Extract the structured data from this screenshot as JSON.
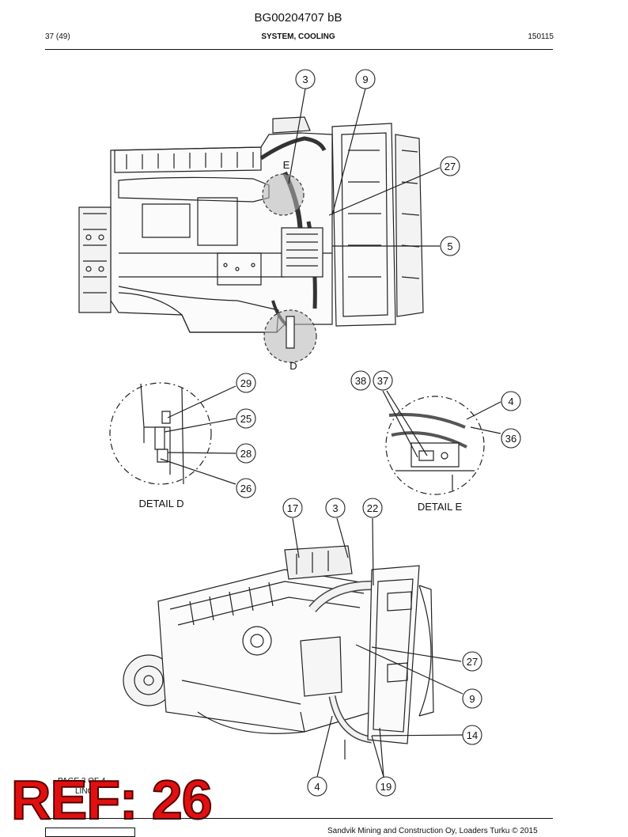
{
  "header": {
    "doc_id": "BG00204707 bB",
    "page_count": "37 (49)",
    "section": "SYSTEM, COOLING",
    "date": "150115"
  },
  "callouts": {
    "top": [
      "3",
      "9",
      "27",
      "5"
    ],
    "detail_d": [
      "29",
      "25",
      "28",
      "26"
    ],
    "detail_e": [
      "38",
      "37",
      "4",
      "36"
    ],
    "bottom": [
      "17",
      "3",
      "22",
      "27",
      "9",
      "14",
      "4",
      "19"
    ]
  },
  "labels": {
    "detail_e_marker": "E",
    "detail_d_marker": "D",
    "detail_d_title": "DETAIL D",
    "detail_e_title": "DETAIL E"
  },
  "footer": {
    "page_of": "PAGE 3 OF 4",
    "page_sub": "LING",
    "copyright": "Sandvik Mining and Construction Oy, Loaders Turku © 2015"
  },
  "stamp": {
    "text": "REF: 26",
    "color": "#e01010"
  }
}
